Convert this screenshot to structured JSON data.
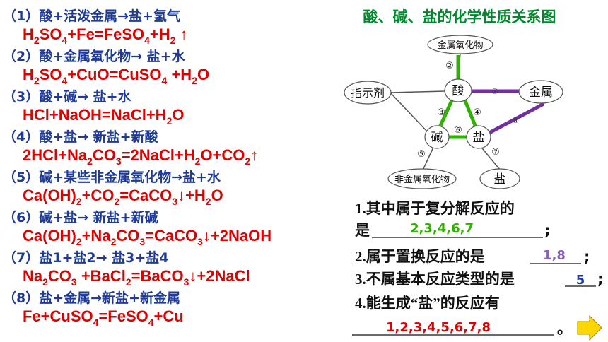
{
  "title": "酸、碱、盐的化学性质关系图",
  "colors": {
    "blue": "#1e3a9a",
    "red": "#e00000",
    "green": "#2db200",
    "title_green": "#008a2e",
    "purple": "#7030a0",
    "lavender": "#8a5fc9",
    "black": "#111111",
    "gray_edge": "#555555",
    "arrow_yellow": "#ffd700"
  },
  "reactions": [
    {
      "label": "（1）酸+活泼金属→盐+氢气",
      "eq": [
        [
          "t",
          "H"
        ],
        [
          "s",
          "2"
        ],
        [
          "t",
          "SO"
        ],
        [
          "s",
          "4"
        ],
        [
          "t",
          "+Fe=FeSO"
        ],
        [
          "s",
          "4"
        ],
        [
          "t",
          "+H"
        ],
        [
          "s",
          "2"
        ],
        [
          "t",
          " ↑"
        ]
      ]
    },
    {
      "label": "（2）酸+金属氧化物→ 盐+水",
      "eq": [
        [
          "t",
          "H"
        ],
        [
          "s",
          "2"
        ],
        [
          "t",
          "SO"
        ],
        [
          "s",
          "4"
        ],
        [
          "t",
          "+CuO=CuSO"
        ],
        [
          "s",
          "4"
        ],
        [
          "t",
          " +H"
        ],
        [
          "s",
          "2"
        ],
        [
          "t",
          "O"
        ]
      ]
    },
    {
      "label": "（3）酸+碱→ 盐+水",
      "eq": [
        [
          "t",
          "HCl+NaOH=NaCl+H"
        ],
        [
          "s",
          "2"
        ],
        [
          "t",
          "O"
        ]
      ]
    },
    {
      "label": "（4）酸+盐→ 新盐+新酸",
      "eq": [
        [
          "t",
          "2HCl+Na"
        ],
        [
          "s",
          "2"
        ],
        [
          "t",
          "CO"
        ],
        [
          "s",
          "3"
        ],
        [
          "t",
          "=2NaCl+H"
        ],
        [
          "s",
          "2"
        ],
        [
          "t",
          "O+CO"
        ],
        [
          "s",
          "2"
        ],
        [
          "t",
          "↑"
        ]
      ]
    },
    {
      "label": "（5）碱+某些非金属氧化物→盐+水",
      "eq": [
        [
          "t",
          "Ca(OH)"
        ],
        [
          "s",
          "2"
        ],
        [
          "t",
          "+CO"
        ],
        [
          "s",
          "2"
        ],
        [
          "t",
          "=CaCO"
        ],
        [
          "s",
          "3"
        ],
        [
          "t",
          "↓+H"
        ],
        [
          "s",
          "2"
        ],
        [
          "t",
          "O"
        ]
      ]
    },
    {
      "label": "（6）碱+盐→ 新盐+新碱",
      "eq": [
        [
          "t",
          "Ca(OH)"
        ],
        [
          "s",
          "2"
        ],
        [
          "t",
          "+Na"
        ],
        [
          "s",
          "2"
        ],
        [
          "t",
          "CO"
        ],
        [
          "s",
          "3"
        ],
        [
          "t",
          "=CaCO"
        ],
        [
          "s",
          "3"
        ],
        [
          "t",
          "↓+2NaOH"
        ]
      ]
    },
    {
      "label": "（7）盐1+盐2→ 盐3+盐4",
      "eq": [
        [
          "t",
          "Na"
        ],
        [
          "s",
          "2"
        ],
        [
          "t",
          "CO"
        ],
        [
          "s",
          "3"
        ],
        [
          "t",
          " +BaCl"
        ],
        [
          "s",
          "2"
        ],
        [
          "t",
          "=BaCO"
        ],
        [
          "s",
          "3"
        ],
        [
          "t",
          "↓+2NaCl"
        ]
      ]
    },
    {
      "label": "（8）盐+金属→新盐+新金属",
      "eq": [
        [
          "t",
          "Fe+CuSO"
        ],
        [
          "s",
          "4"
        ],
        [
          "t",
          "=FeSO"
        ],
        [
          "s",
          "4"
        ],
        [
          "t",
          "+Cu"
        ]
      ]
    }
  ],
  "diagram": {
    "nodes": {
      "metal_oxide": "金属氧化物",
      "indicator": "指示剂",
      "acid": "酸",
      "metal": "金属",
      "base": "碱",
      "salt": "盐",
      "nonmetal_oxide": "非金属氧化物",
      "salt2": "盐"
    },
    "edge_labels": [
      "②",
      "①",
      "③",
      "④",
      "⑥",
      "⑧",
      "⑤",
      "⑦"
    ]
  },
  "questions": {
    "q1_line1": "1.其中属于复分解反应的",
    "q1_prefix": "是",
    "q1_answer": "2,3,4,6,7",
    "q1_end": ";",
    "q2_text": "2.属于置换反应的是",
    "q2_answer": "1,8",
    "q2_end": ";",
    "q3_text": "3.不属基本反应类型的是",
    "q3_answer": "5",
    "q3_end": ";",
    "q4_text": "4.能生成“盐”的反应有",
    "q4_answer": "1,2,3,4,5,6,7,8",
    "q4_end": "。"
  }
}
